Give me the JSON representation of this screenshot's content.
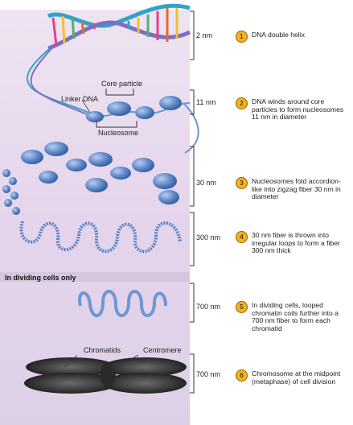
{
  "top_labels": {
    "core_particle": "Core particle",
    "linker_dna": "Linker DNA",
    "nucleosome": "Nucleosome",
    "chromatids": "Chromatids",
    "centromere": "Centromere",
    "dividing_cells_banner": "In dividing cells only"
  },
  "scales": [
    "2 nm",
    "11 nm",
    "30 nm",
    "300 nm",
    "700 nm",
    "700 nm"
  ],
  "steps": [
    {
      "num": "1",
      "text": "DNA double helix"
    },
    {
      "num": "2",
      "text": "DNA winds around core particles to form nucleosomes 11 nm in diameter"
    },
    {
      "num": "3",
      "text": "Nucleosomes fold accordion-like into zigzag fiber 30 nm in diameter"
    },
    {
      "num": "4",
      "text": "30 nm fiber is thrown into irregular loops to form a fiber 300 nm thick"
    },
    {
      "num": "5",
      "text": "In dividing cells, looped chromatin coils further into a 700 nm fiber to form each chromatid"
    },
    {
      "num": "6",
      "text": "Chromosome at the midpoint (metaphase) of cell division"
    }
  ],
  "colors": {
    "background_tint": "#e6d8ec",
    "nucleosome_blue": "#4f7fc4",
    "strand_blue": "#6d96d6",
    "badge_orange": "#f6b21c",
    "helix_colors": [
      "#e3418b",
      "#f0c02c",
      "#2fa3c9",
      "#7a6fc2",
      "#e86a2b",
      "#4db36b"
    ]
  }
}
